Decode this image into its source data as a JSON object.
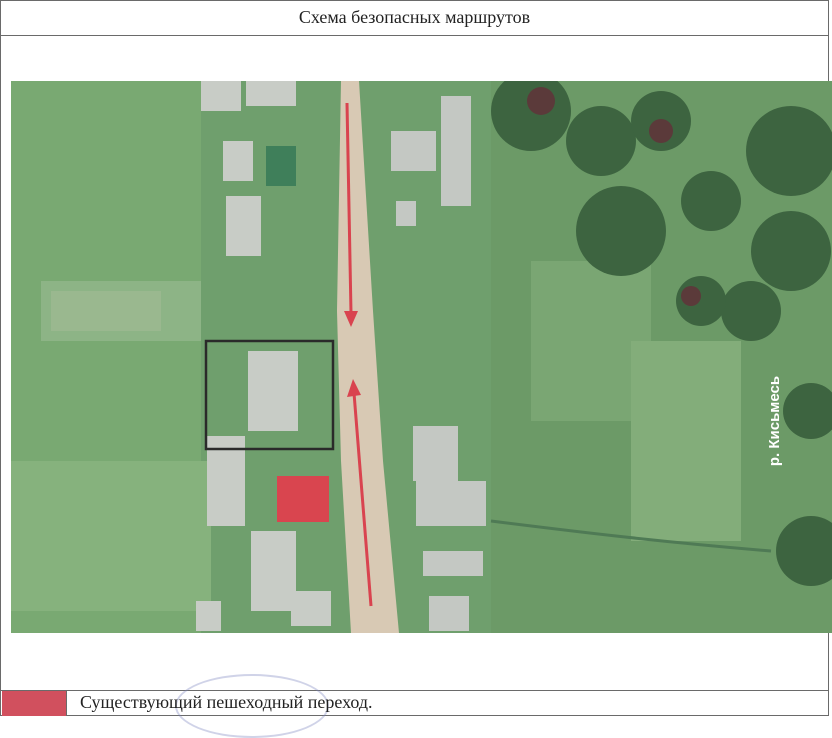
{
  "title": "Схема безопасных маршрутов",
  "map": {
    "river_label": "р. Кисьмесь",
    "route_color": "#d9434f"
  },
  "legend": {
    "swatch_color": "#d1505e",
    "text": "Существующий пешеходный переход."
  }
}
